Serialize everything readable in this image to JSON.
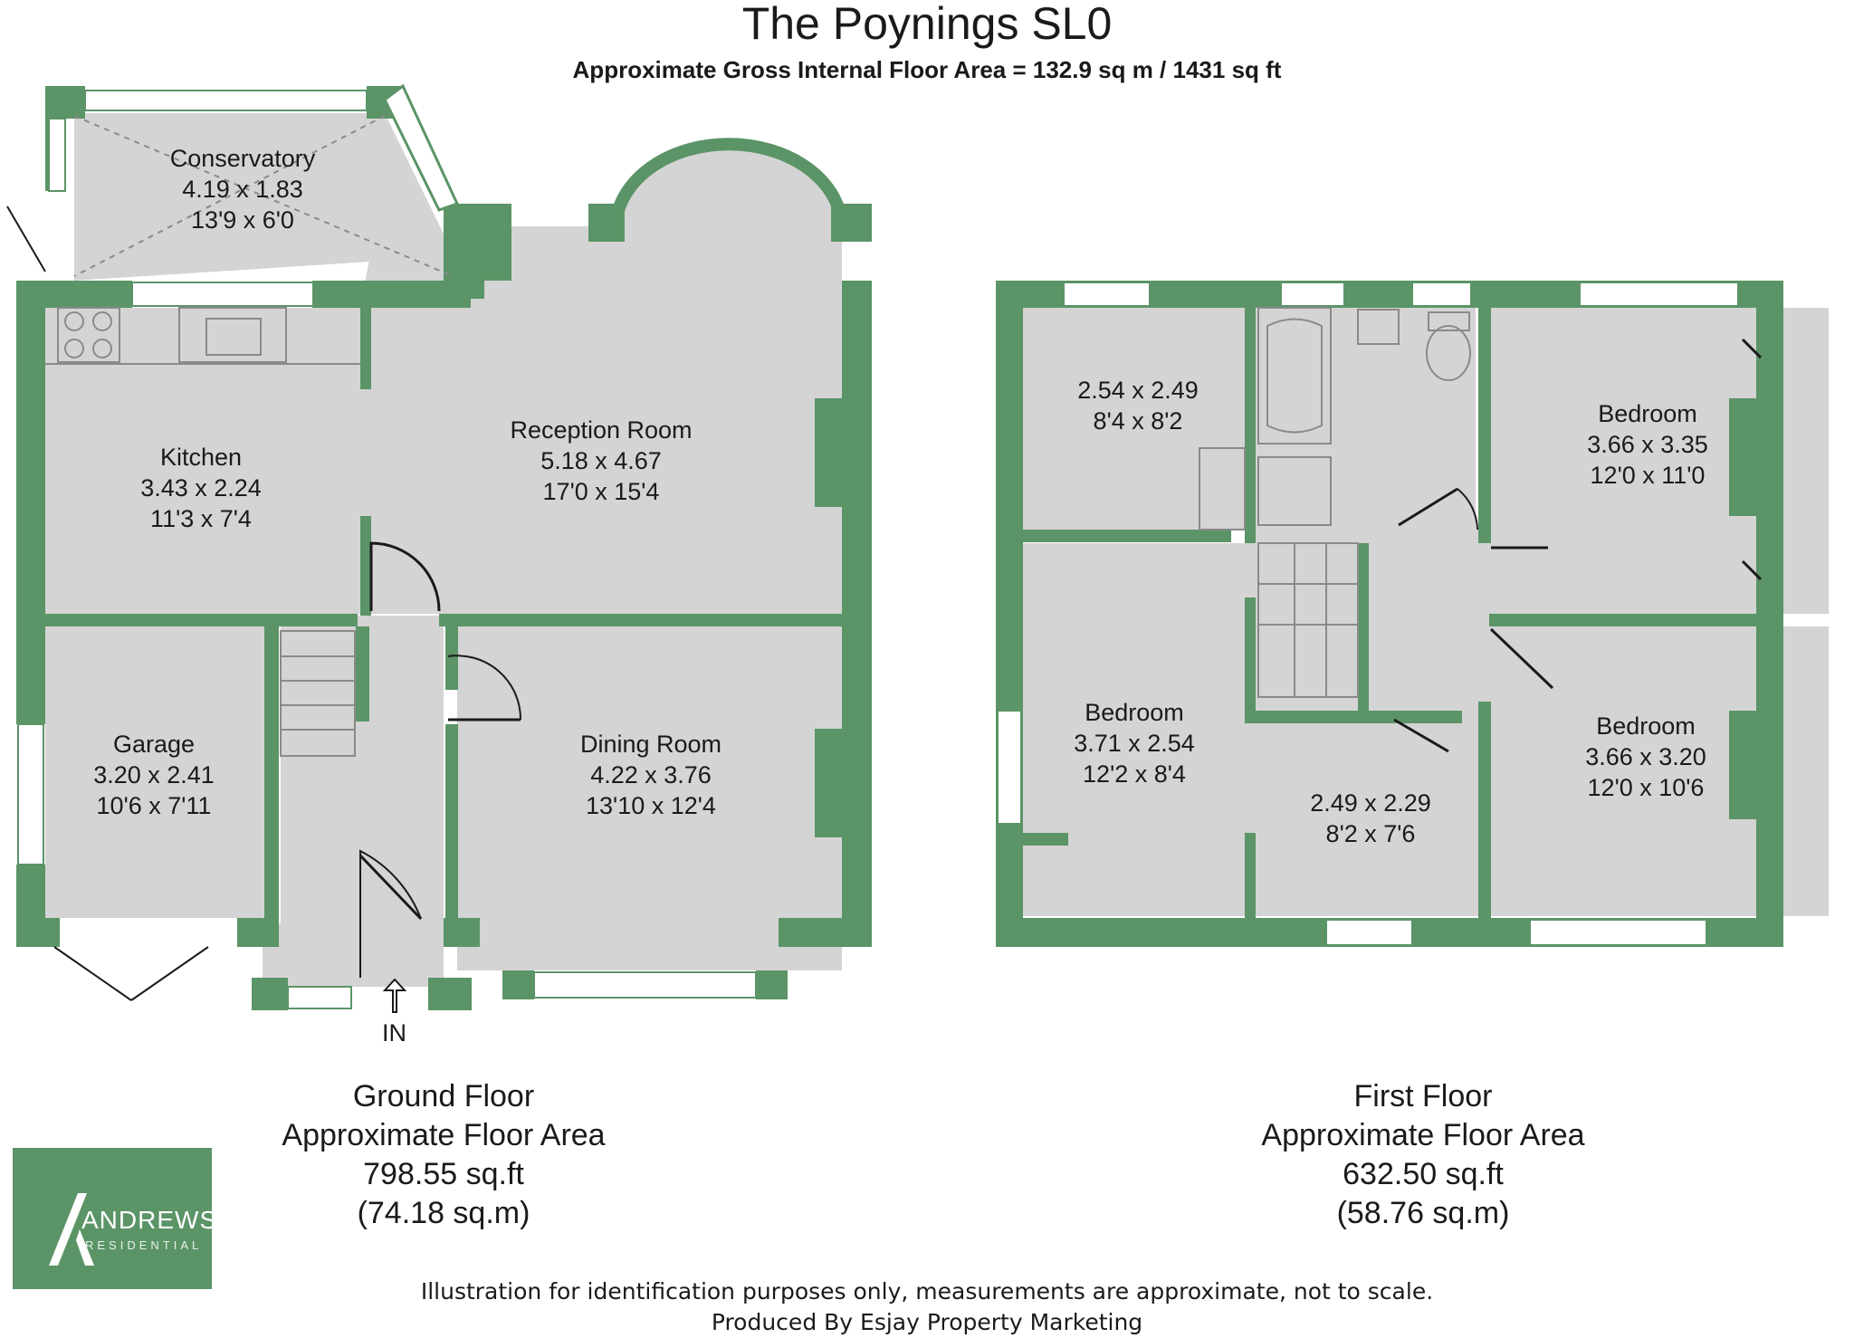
{
  "title": "The Poynings SL0",
  "subtitle": "Approximate Gross Internal Floor Area = 132.9 sq m / 1431 sq ft",
  "colors": {
    "wall": "#5b9467",
    "floor": "#d4d4d4",
    "window": "#ffffff",
    "fixture_line": "#8a8a8a"
  },
  "ground_floor": {
    "rooms": [
      {
        "name": "Conservatory",
        "metric": "4.19 x 1.83",
        "imperial": "13'9 x 6'0"
      },
      {
        "name": "Kitchen",
        "metric": "3.43 x 2.24",
        "imperial": "11'3 x 7'4"
      },
      {
        "name": "Reception Room",
        "metric": "5.18 x 4.67",
        "imperial": "17'0 x 15'4"
      },
      {
        "name": "Garage",
        "metric": "3.20 x 2.41",
        "imperial": "10'6 x 7'11"
      },
      {
        "name": "Dining Room",
        "metric": "4.22 x 3.76",
        "imperial": "13'10 x 12'4"
      }
    ],
    "entrance_label": "IN",
    "caption": {
      "name": "Ground Floor",
      "area_label": "Approximate Floor Area",
      "sqft": "798.55 sq.ft",
      "sqm": "(74.18 sq.m)"
    }
  },
  "first_floor": {
    "rooms": [
      {
        "name": "",
        "metric": "2.54 x 2.49",
        "imperial": "8'4 x 8'2"
      },
      {
        "name": "Bedroom",
        "metric": "3.66 x 3.35",
        "imperial": "12'0 x 11'0"
      },
      {
        "name": "Bedroom",
        "metric": "3.71 x 2.54",
        "imperial": "12'2 x 8'4"
      },
      {
        "name": "Bedroom",
        "metric": "3.66 x 3.20",
        "imperial": "12'0 x 10'6"
      },
      {
        "name": "",
        "metric": "2.49 x 2.29",
        "imperial": "8'2 x 7'6"
      }
    ],
    "caption": {
      "name": "First Floor",
      "area_label": "Approximate Floor Area",
      "sqft": "632.50 sq.ft",
      "sqm": "(58.76 sq.m)"
    }
  },
  "logo": {
    "brand": "ANDREWS",
    "tagline": "RESIDENTIAL"
  },
  "disclaimer": {
    "line1": "Illustration for identification purposes only, measurements are approximate, not to scale.",
    "line2": "Produced By Esjay Property Marketing"
  }
}
